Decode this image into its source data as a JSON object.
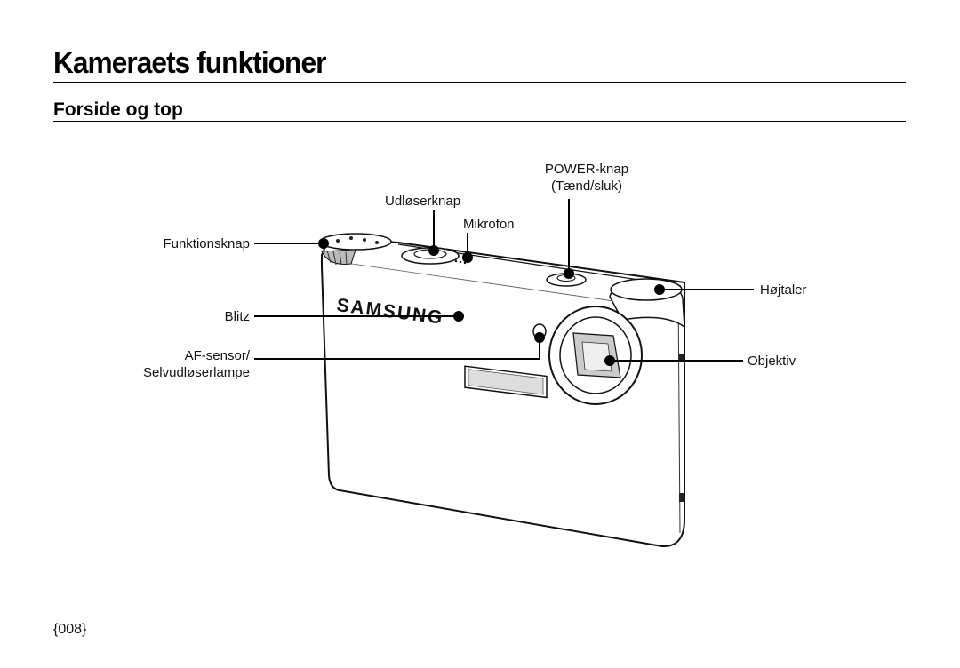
{
  "header": {
    "page_title": "Kameraets funktioner",
    "section_title": "Forside og top"
  },
  "figure": {
    "brand": "SAMSUNG",
    "callouts": {
      "power_line1": "POWER-knap",
      "power_line2": "(Tænd/sluk)",
      "shutter": "Udløserknap",
      "microphone": "Mikrofon",
      "mode_dial": "Funktionsknap",
      "speaker": "Højtaler",
      "flash": "Blitz",
      "af_line1": "AF-sensor/",
      "af_line2": "Selvudløserlampe",
      "lens": "Objektiv"
    }
  },
  "footer": {
    "page_number": "{008}"
  }
}
